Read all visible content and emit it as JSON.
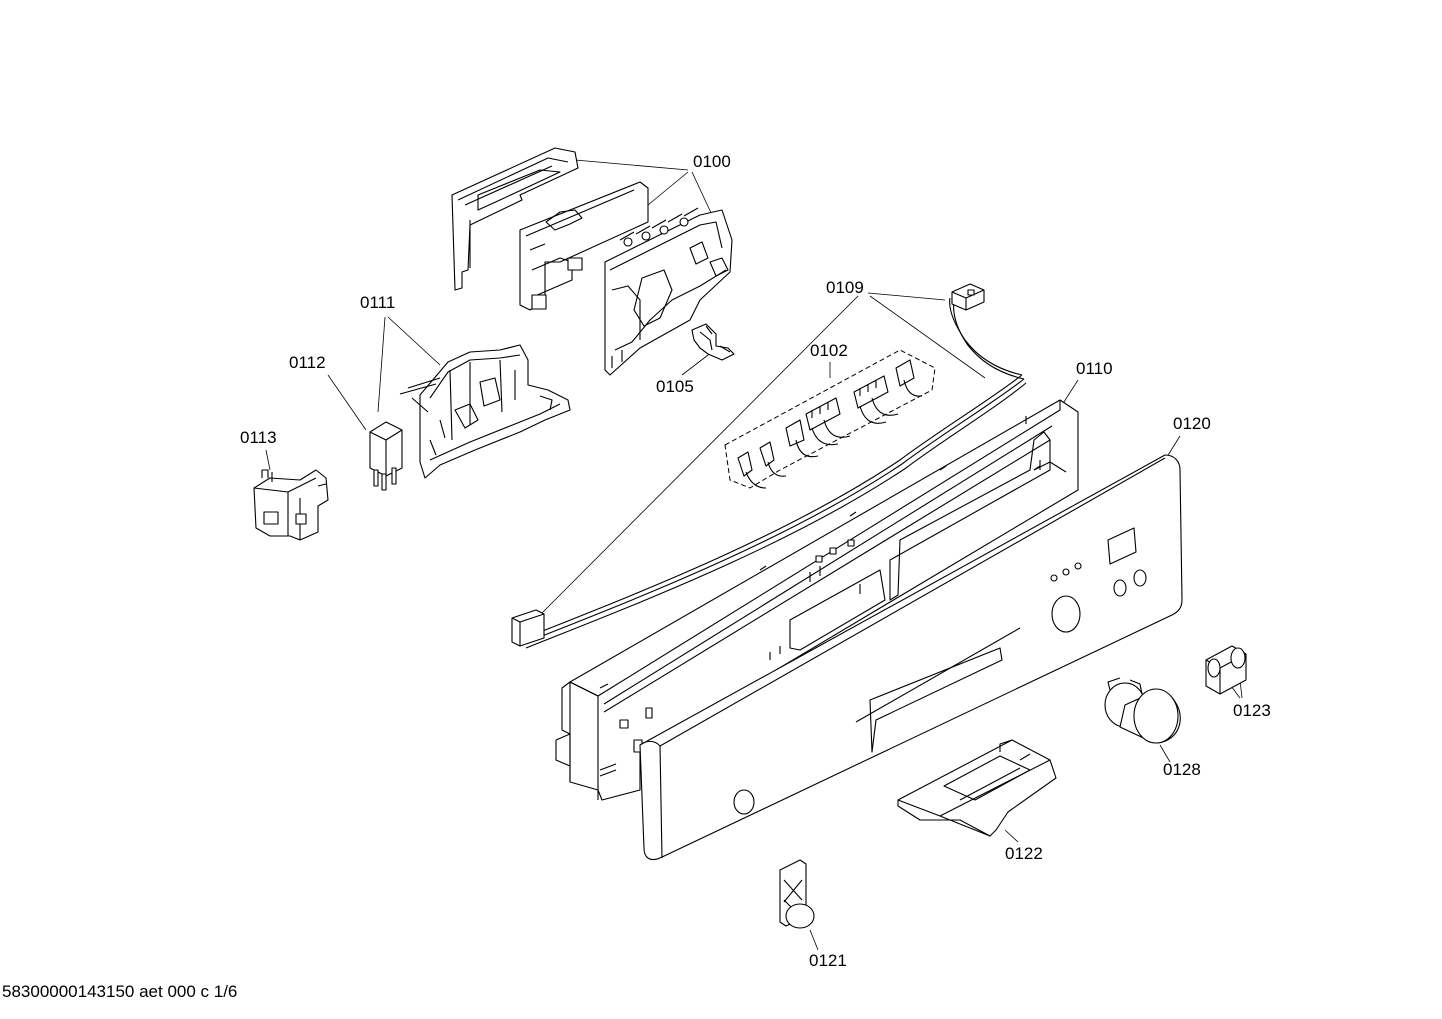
{
  "parts": [
    {
      "id": "p0100",
      "label": "0100"
    },
    {
      "id": "p0102",
      "label": "0102"
    },
    {
      "id": "p0105",
      "label": "0105"
    },
    {
      "id": "p0109",
      "label": "0109"
    },
    {
      "id": "p0110",
      "label": "0110"
    },
    {
      "id": "p0111",
      "label": "0111"
    },
    {
      "id": "p0112",
      "label": "0112"
    },
    {
      "id": "p0113",
      "label": "0113"
    },
    {
      "id": "p0120",
      "label": "0120"
    },
    {
      "id": "p0121",
      "label": "0121"
    },
    {
      "id": "p0122",
      "label": "0122"
    },
    {
      "id": "p0123",
      "label": "0123"
    },
    {
      "id": "p0128",
      "label": "0128"
    }
  ],
  "footer": "58300000143150 aet 000 c 1/6"
}
